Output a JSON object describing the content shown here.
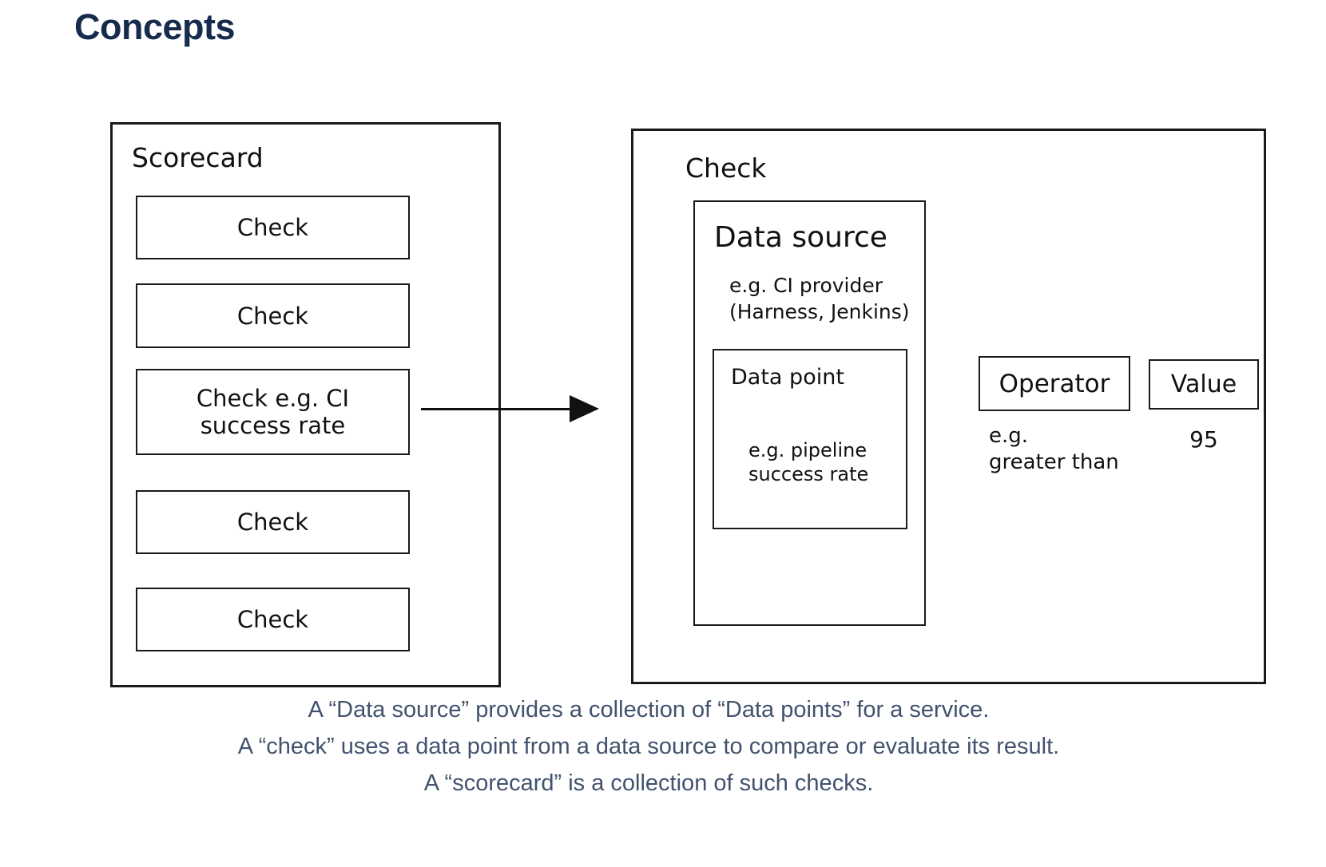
{
  "page": {
    "title": "Concepts"
  },
  "colors": {
    "heading_text": "#172B4D",
    "caption_text": "#42526E",
    "diagram_stroke": "#1a1a1a",
    "background": "#ffffff"
  },
  "diagram": {
    "scorecard": {
      "label": "Scorecard",
      "checks": [
        "Check",
        "Check",
        "Check e.g. CI\nsuccess rate",
        "Check",
        "Check"
      ]
    },
    "arrow": "right-arrow from highlighted check to check detail panel",
    "check_panel": {
      "label": "Check",
      "data_source": {
        "label": "Data source",
        "example": "e.g. CI provider\n(Harness, Jenkins)",
        "data_point": {
          "label": "Data point",
          "example": "e.g. pipeline\nsuccess rate"
        }
      },
      "operator": {
        "label": "Operator",
        "example": "e.g.\ngreater than"
      },
      "value": {
        "label": "Value",
        "example": "95"
      }
    }
  },
  "caption": {
    "line1": "A “Data source” provides a collection of “Data points” for a service.",
    "line2": "A “check” uses a data point from a data source to compare or evaluate its result.",
    "line3": "A “scorecard” is a collection of such checks."
  }
}
